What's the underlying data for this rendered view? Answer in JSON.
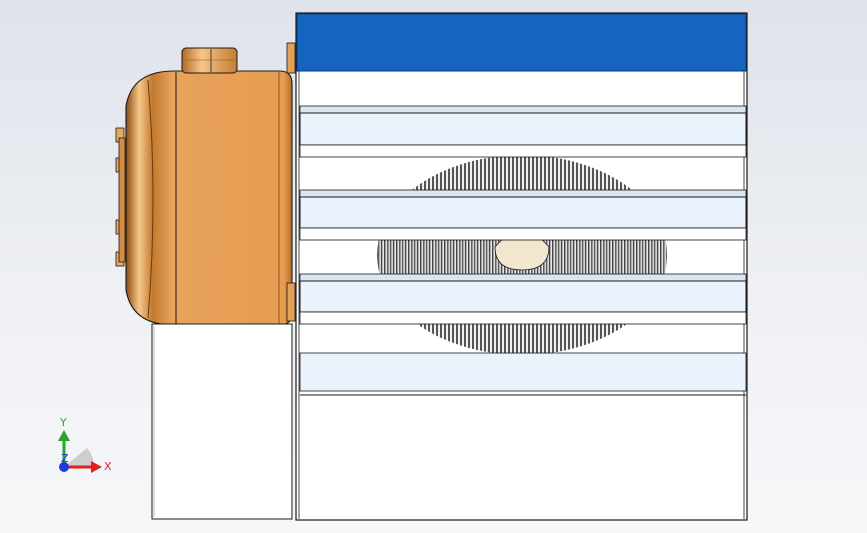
{
  "triad": {
    "y_label": "Y",
    "x_label": "X",
    "z_label": "Z",
    "y_color": "#2aa52a",
    "x_color": "#e02020",
    "z_color": "#2038e0"
  },
  "colors": {
    "housing_blue": "#1565c0",
    "copper": "#e89f52",
    "copper_dark": "#a8621f",
    "slat_fill": "#eaf2fb",
    "outline": "#1a1a1a",
    "panel_white": "#ffffff"
  }
}
